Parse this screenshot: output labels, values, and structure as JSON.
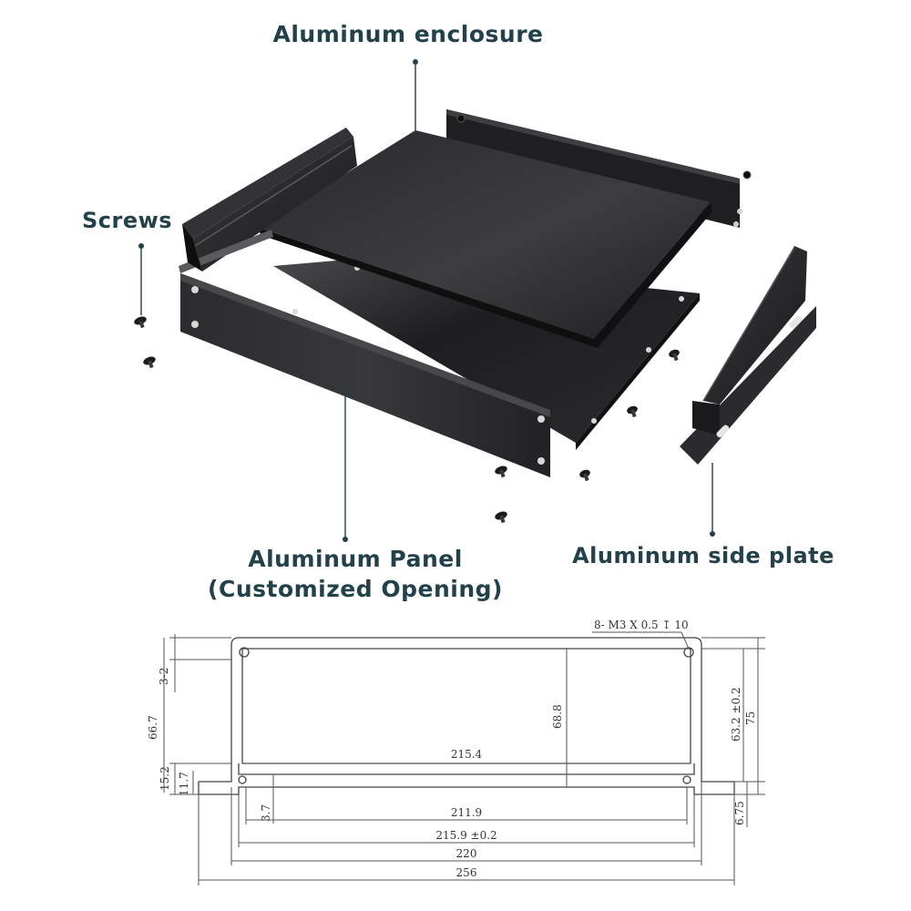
{
  "callouts": {
    "enclosure": "Aluminum enclosure",
    "screws": "Screws",
    "panel_line1": "Aluminum Panel",
    "panel_line2": "(Customized Opening)",
    "side_plate": "Aluminum side plate"
  },
  "dimensions": {
    "thread_note": "8- M3 X 0.5 ↧ 10",
    "d_3_2": "3-2",
    "d_66_7": "66.7",
    "d_15_2": "15.2",
    "d_11_7": "11.7",
    "d_3_7": "3.7",
    "d_68_8": "68.8",
    "d_215_4": "215.4",
    "d_211_9": "211.9",
    "d_215_9": "215.9 ±0.2",
    "d_220": "220",
    "d_256": "256",
    "d_63_2": "63.2 ±0.2",
    "d_75": "75",
    "d_6_75": "6.75"
  },
  "colors": {
    "callout_text": "#22414a",
    "metal_dark": "#1c1c1e",
    "metal_mid": "#3a3a3d",
    "line": "#444444"
  }
}
